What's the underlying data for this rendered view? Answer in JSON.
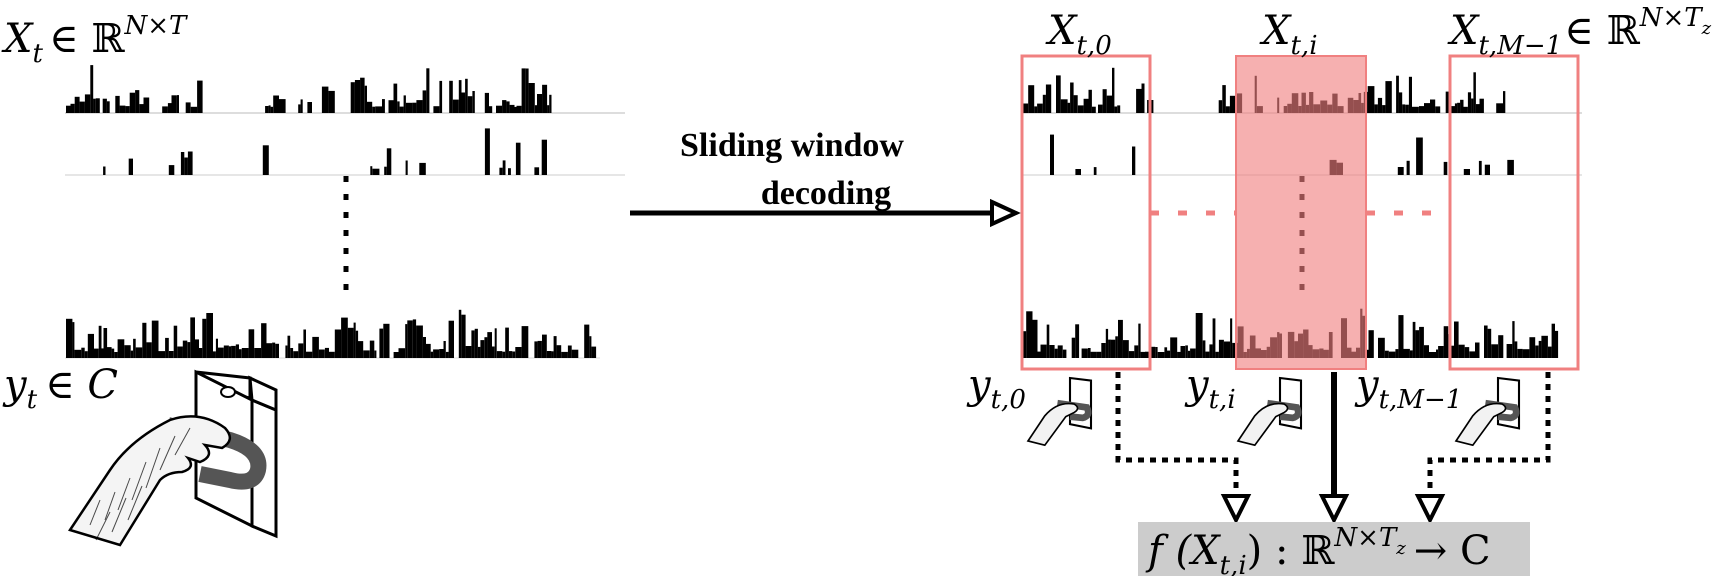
{
  "left": {
    "x_label": "X",
    "x_sub": "t",
    "x_in": "∈ ℝ",
    "x_sup": "N×T",
    "y_label": "y",
    "y_sub": "t",
    "y_in": "∈ C"
  },
  "arrow_label": {
    "line1": "Sliding window",
    "line2": "decoding"
  },
  "windows": {
    "first": {
      "label": "X",
      "sub": "t,0"
    },
    "middle": {
      "label": "X",
      "sub": "t,i"
    },
    "last": {
      "label": "X",
      "sub": "t,M−1",
      "suffix": "∈ ℝ",
      "sup": "N×T",
      "supsub": "z"
    }
  },
  "window_targets": {
    "first": {
      "label": "y",
      "sub": "t,0"
    },
    "middle": {
      "label": "y",
      "sub": "t,i"
    },
    "last": {
      "label": "y",
      "sub": "t,M−1"
    }
  },
  "decoder": {
    "text": "f (X",
    "sub": "t,i",
    "rest": ") : ℝ",
    "sup": "N×T",
    "supsub": "z",
    "tail": "→ C"
  },
  "colors": {
    "window_outline": "#f08080",
    "window_fill": "#f4a0a0",
    "decoder_box": "#cccccc",
    "spikes": "#000000"
  }
}
